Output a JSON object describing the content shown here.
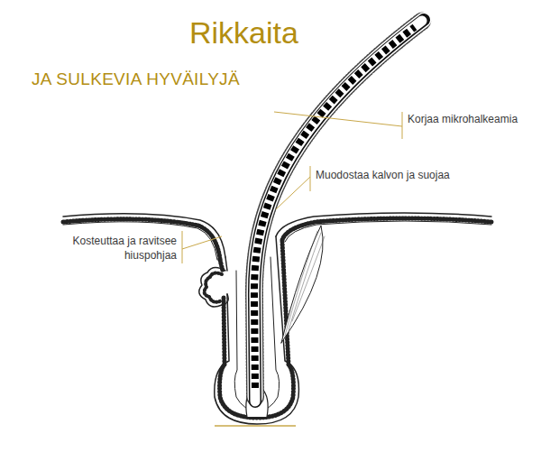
{
  "diagram": {
    "title": "Rikkaita",
    "labels": [
      "JA SULKEVIA HYVÄILYJÄ",
      "Korjaa mikrohalkeamia",
      "Muodostaa kalvon ja suojaa",
      "Kosteuttaa ja ravitsee hiuspohjaa"
    ]
  }
}
